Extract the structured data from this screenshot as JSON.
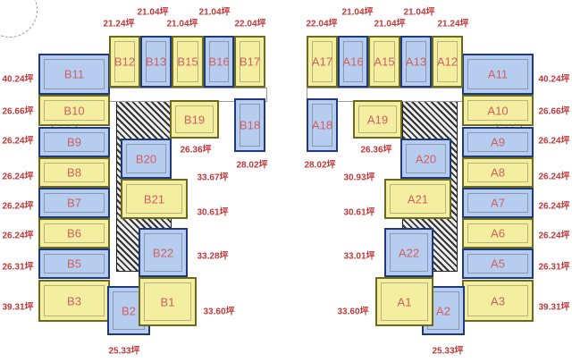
{
  "left_building": {
    "units": [
      {
        "label": "B11",
        "color": "blue",
        "area": "40.24坪"
      },
      {
        "label": "B12",
        "color": "yellow",
        "area": "21.24坪"
      },
      {
        "label": "B13",
        "color": "blue",
        "area": "21.04坪"
      },
      {
        "label": "B15",
        "color": "yellow",
        "area": "21.04坪"
      },
      {
        "label": "B16",
        "color": "blue",
        "area": "21.04坪"
      },
      {
        "label": "B17",
        "color": "yellow",
        "area": "22.04坪"
      },
      {
        "label": "B10",
        "color": "yellow",
        "area": "26.66坪"
      },
      {
        "label": "B9",
        "color": "blue",
        "area": "26.24坪"
      },
      {
        "label": "B8",
        "color": "yellow",
        "area": "26.24坪"
      },
      {
        "label": "B7",
        "color": "blue",
        "area": "26.24坪"
      },
      {
        "label": "B6",
        "color": "yellow",
        "area": "26.24坪"
      },
      {
        "label": "B5",
        "color": "blue",
        "area": "26.31坪"
      },
      {
        "label": "B3",
        "color": "yellow",
        "area": "39.31坪"
      },
      {
        "label": "B2",
        "color": "blue",
        "area": "25.33坪"
      },
      {
        "label": "B1",
        "color": "yellow",
        "area": "33.60坪"
      },
      {
        "label": "B19",
        "color": "yellow",
        "area": "26.36坪"
      },
      {
        "label": "B18",
        "color": "blue",
        "area": "28.02坪"
      },
      {
        "label": "B20",
        "color": "blue",
        "area": "33.67坪"
      },
      {
        "label": "B21",
        "color": "yellow",
        "area": "30.61坪"
      },
      {
        "label": "B22",
        "color": "blue",
        "area": "33.28坪"
      }
    ]
  },
  "right_building": {
    "units": [
      {
        "label": "A11",
        "color": "blue",
        "area": "40.24坪"
      },
      {
        "label": "A12",
        "color": "yellow",
        "area": "21.24坪"
      },
      {
        "label": "A13",
        "color": "blue",
        "area": "21.04坪"
      },
      {
        "label": "A15",
        "color": "yellow",
        "area": "21.04坪"
      },
      {
        "label": "A16",
        "color": "blue",
        "area": "21.04坪"
      },
      {
        "label": "A17",
        "color": "yellow",
        "area": "22.04坪"
      },
      {
        "label": "A10",
        "color": "yellow",
        "area": "26.66坪"
      },
      {
        "label": "A9",
        "color": "blue",
        "area": "26.24坪"
      },
      {
        "label": "A8",
        "color": "yellow",
        "area": "26.24坪"
      },
      {
        "label": "A7",
        "color": "blue",
        "area": "26.24坪"
      },
      {
        "label": "A6",
        "color": "yellow",
        "area": "26.24坪"
      },
      {
        "label": "A5",
        "color": "blue",
        "area": "26.31坪"
      },
      {
        "label": "A3",
        "color": "yellow",
        "area": "39.31坪"
      },
      {
        "label": "A2",
        "color": "blue",
        "area": "25.33坪"
      },
      {
        "label": "A1",
        "color": "yellow",
        "area": "33.60坪"
      },
      {
        "label": "A19",
        "color": "yellow",
        "area": "26.36坪"
      },
      {
        "label": "A18",
        "color": "blue",
        "area": "28.02坪"
      },
      {
        "label": "A20",
        "color": "blue",
        "area": "30.93坪"
      },
      {
        "label": "A21",
        "color": "yellow",
        "area": "30.61坪"
      },
      {
        "label": "A22",
        "color": "blue",
        "area": "33.01坪"
      }
    ]
  }
}
